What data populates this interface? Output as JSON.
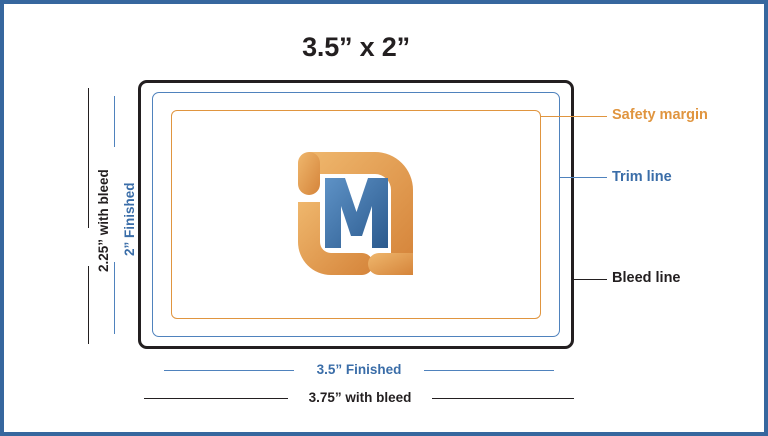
{
  "page": {
    "title": "3.5” x 2”",
    "border_color": "#36679e",
    "background": "#ffffff"
  },
  "colors": {
    "bleed": "#231f20",
    "trim": "#4f82bd",
    "trim_text": "#3a6da8",
    "safety": "#e0953f",
    "logo_orange_light": "#edb265",
    "logo_orange_dark": "#d9893c",
    "logo_blue_light": "#5b8fc4",
    "logo_blue_dark": "#2d5d91"
  },
  "card": {
    "bleed_frame_name": "bleed-frame",
    "trim_frame_name": "trim-frame",
    "safety_frame_name": "safety-frame"
  },
  "logo": {
    "name": "company-logo",
    "description": "orange rounded bracket mark with blue letter M"
  },
  "callouts": [
    {
      "id": "safety",
      "label": "Safety margin",
      "color": "#e0953f"
    },
    {
      "id": "trim",
      "label": "Trim line",
      "color": "#3a6da8"
    },
    {
      "id": "bleed",
      "label": "Bleed line",
      "color": "#231f20"
    }
  ],
  "dimensions": {
    "vertical_bleed": "2.25” with bleed",
    "vertical_trim": "2” Finished",
    "horizontal_trim": "3.5” Finished",
    "horizontal_bleed": "3.75” with bleed"
  }
}
